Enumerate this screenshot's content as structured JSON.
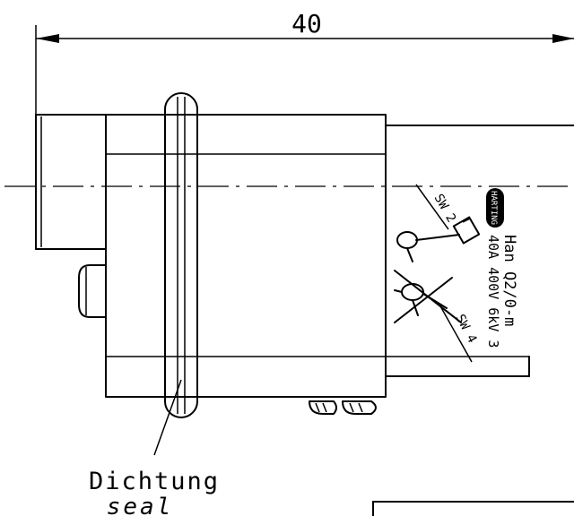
{
  "dimension": {
    "length": "40"
  },
  "labels": {
    "seal_de": "Dichtung",
    "seal_en": "seal",
    "wrench_top": "SW 2",
    "wrench_bottom": "SW 4"
  },
  "marking": {
    "brand": "HARTING",
    "line1": "Han Q2/0-m",
    "line2": "40A 400V 6kV 3"
  },
  "colors": {
    "line": "#000000",
    "background": "#ffffff"
  }
}
